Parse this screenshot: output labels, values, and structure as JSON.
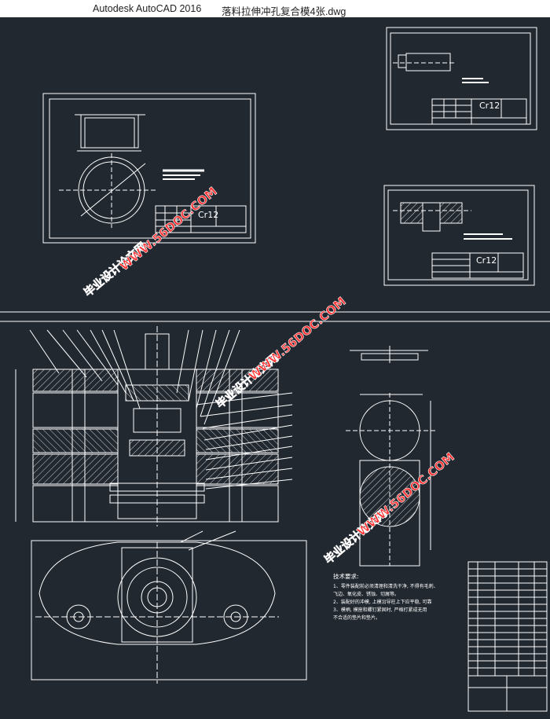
{
  "window": {
    "app_title": "Autodesk AutoCAD 2016",
    "document_title": "落料拉伸冲孔复合模4张.dwg"
  },
  "drawing": {
    "material_label": "Cr12",
    "watermark_cn": "毕业设计论文网",
    "watermark_url": "WWW.56DOC.COM",
    "tech_req_title": "技术要求:",
    "tech_req_lines": [
      "1、零件装配前必须清理和清洗干净, 不得有毛刺、",
      "    飞边、氧化皮、锈蚀、切屑等。",
      "2、装配好的冲模, 上模沿导柱上下应平稳, 可靠",
      "3、模柄, 模座和螺钉紧固时, 严格打紧成无用",
      "    不合适的垫片和垫片。"
    ]
  },
  "colors": {
    "background": "#212830",
    "line": "#ffffff",
    "titlebar": "#ffffff"
  }
}
